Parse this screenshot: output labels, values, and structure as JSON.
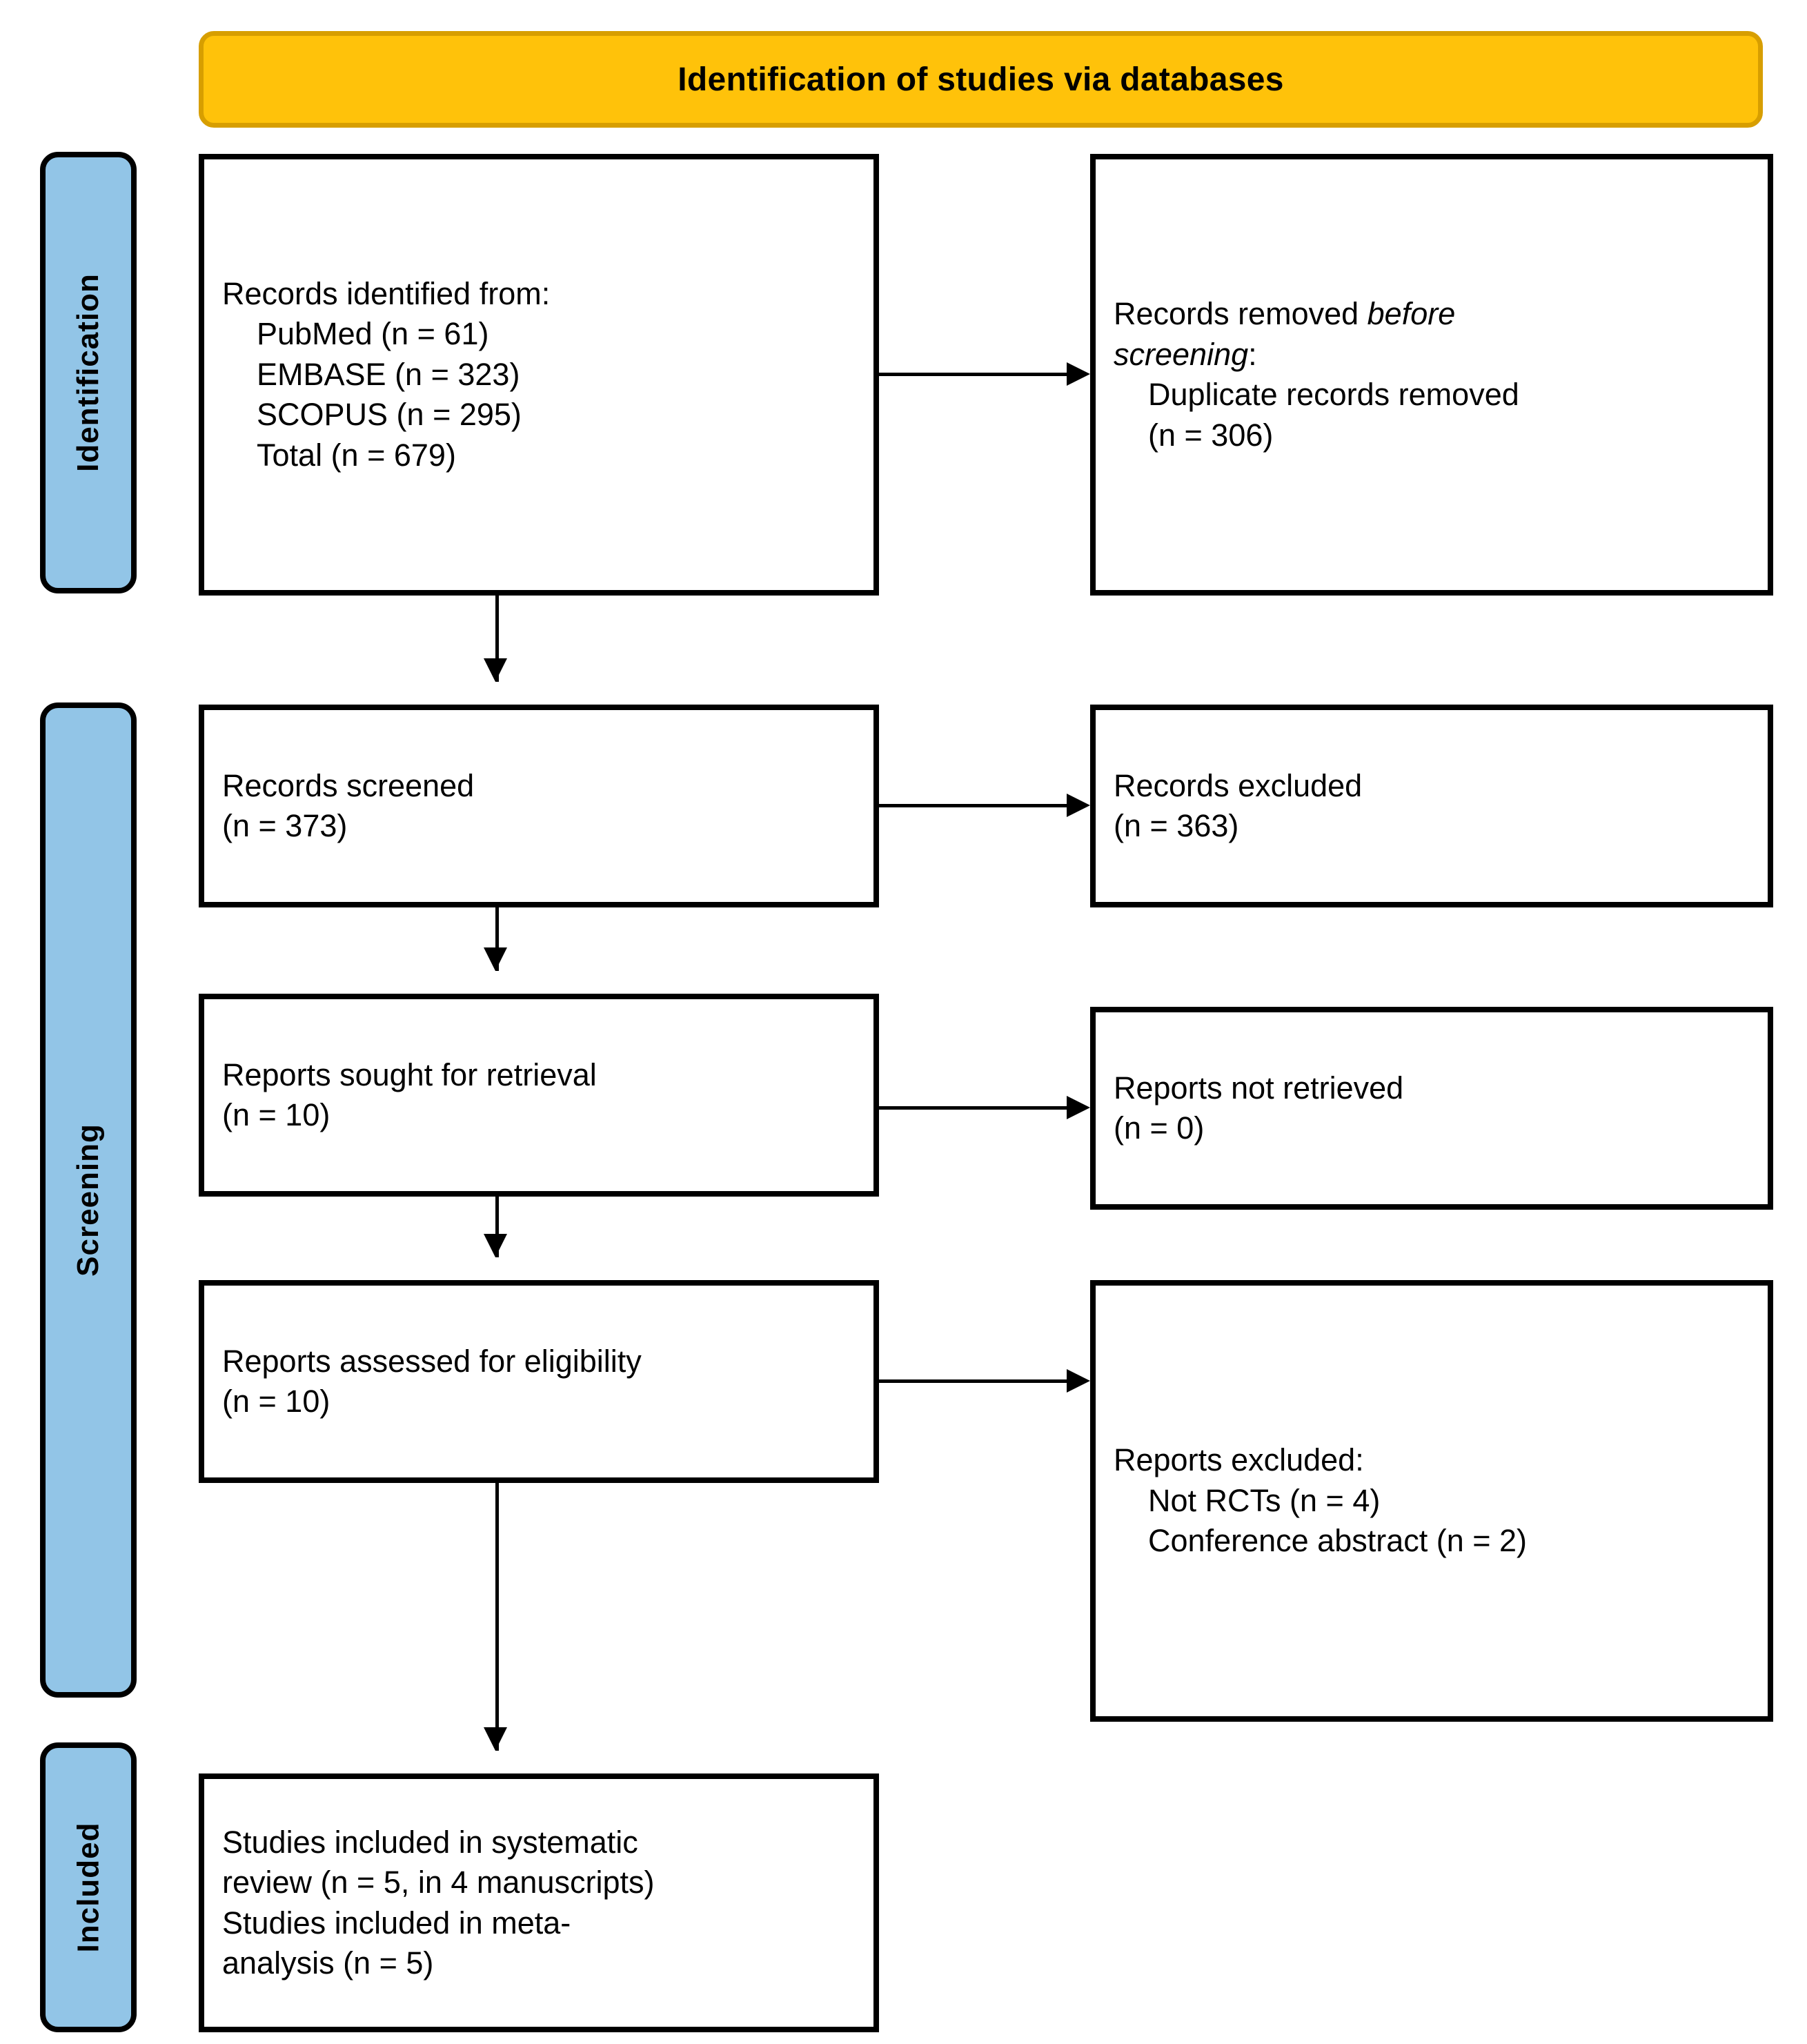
{
  "diagram": {
    "title": "Identification of studies via databases",
    "type": "PRISMA flow diagram",
    "colors": {
      "banner_fill": "#FFC20A",
      "banner_border": "#D79E00",
      "stage_tab_fill": "#92C5E7",
      "box_border": "#000000",
      "box_fill": "#FFFFFF",
      "connector": "#000000"
    }
  },
  "stages": {
    "identification": "Identification",
    "screening": "Screening",
    "included": "Included"
  },
  "boxes": {
    "records_identified": {
      "line1": "Records identified from:",
      "line2": "    PubMed (n = 61)",
      "line3": "    EMBASE (n = 323)",
      "line4": "    SCOPUS (n = 295)",
      "line5": "    Total (n = 679)"
    },
    "records_removed": {
      "line1_plain": "Records removed ",
      "line1_italic": "before",
      "line2_italic": "screening",
      "line2_plain": ":",
      "line3": "    Duplicate records removed",
      "line4": "    (n = 306)"
    },
    "records_screened": {
      "line1": "Records screened",
      "line2": "(n = 373)"
    },
    "records_excluded": {
      "line1": "Records excluded",
      "line2": "(n = 363)"
    },
    "reports_sought": {
      "line1": "Reports sought for retrieval",
      "line2": "(n = 10)"
    },
    "reports_not_retrieved": {
      "line1": "Reports not retrieved",
      "line2": "(n = 0)"
    },
    "reports_assessed": {
      "line1": "Reports assessed for eligibility",
      "line2": "(n = 10)"
    },
    "reports_excluded": {
      "line1": "Reports excluded:",
      "line2": "    Not RCTs (n = 4)",
      "line3": "    Conference abstract (n = 2)"
    },
    "studies_included": {
      "line1": "Studies included in systematic",
      "line2": "review (n = 5, in 4 manuscripts)",
      "line3": "Studies included in meta-",
      "line4": "analysis (n = 5)"
    }
  },
  "chart_data": {
    "type": "flowchart",
    "title": "Identification of studies via databases",
    "nodes": [
      {
        "id": "records_identified",
        "stage": "Identification",
        "column": "left",
        "label": "Records identified from",
        "values": {
          "PubMed": 61,
          "EMBASE": 323,
          "SCOPUS": 295,
          "Total": 679
        }
      },
      {
        "id": "records_removed",
        "stage": "Identification",
        "column": "right",
        "label": "Records removed before screening: Duplicate records removed",
        "values": {
          "n": 306
        }
      },
      {
        "id": "records_screened",
        "stage": "Screening",
        "column": "left",
        "label": "Records screened",
        "values": {
          "n": 373
        }
      },
      {
        "id": "records_excluded",
        "stage": "Screening",
        "column": "right",
        "label": "Records excluded",
        "values": {
          "n": 363
        }
      },
      {
        "id": "reports_sought",
        "stage": "Screening",
        "column": "left",
        "label": "Reports sought for retrieval",
        "values": {
          "n": 10
        }
      },
      {
        "id": "reports_not_retrieved",
        "stage": "Screening",
        "column": "right",
        "label": "Reports not retrieved",
        "values": {
          "n": 0
        }
      },
      {
        "id": "reports_assessed",
        "stage": "Screening",
        "column": "left",
        "label": "Reports assessed for eligibility",
        "values": {
          "n": 10
        }
      },
      {
        "id": "reports_excluded",
        "stage": "Screening",
        "column": "right",
        "label": "Reports excluded",
        "values": {
          "Not RCTs": 4,
          "Conference abstract": 2
        }
      },
      {
        "id": "studies_included",
        "stage": "Included",
        "column": "left",
        "label": "Studies included in systematic review / meta-analysis",
        "values": {
          "systematic_review_n": 5,
          "manuscripts": 4,
          "meta_analysis_n": 5
        }
      }
    ],
    "edges": [
      {
        "from": "records_identified",
        "to": "records_removed",
        "direction": "right"
      },
      {
        "from": "records_identified",
        "to": "records_screened",
        "direction": "down"
      },
      {
        "from": "records_screened",
        "to": "records_excluded",
        "direction": "right"
      },
      {
        "from": "records_screened",
        "to": "reports_sought",
        "direction": "down"
      },
      {
        "from": "reports_sought",
        "to": "reports_not_retrieved",
        "direction": "right"
      },
      {
        "from": "reports_sought",
        "to": "reports_assessed",
        "direction": "down"
      },
      {
        "from": "reports_assessed",
        "to": "reports_excluded",
        "direction": "right"
      },
      {
        "from": "reports_assessed",
        "to": "studies_included",
        "direction": "down"
      }
    ]
  }
}
